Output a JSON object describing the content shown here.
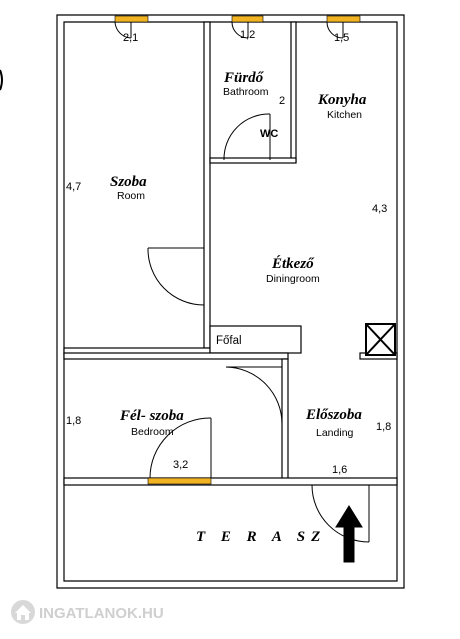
{
  "rooms": {
    "szoba": {
      "name": "Szoba",
      "sub": "Room",
      "width": "2,1",
      "length": "4,7"
    },
    "furdo": {
      "name": "Fürdő",
      "sub": "Bathroom",
      "width": "1,2",
      "length": "2",
      "wc": "WC"
    },
    "konyha": {
      "name": "Konyha",
      "sub": "Kitchen",
      "width": "1,5"
    },
    "etkezo": {
      "name": "Étkező",
      "sub": "Diningroom",
      "length": "4,3"
    },
    "fofal": {
      "label": "Főfal"
    },
    "felszoba": {
      "name": "Fél- szoba",
      "sub": "Bedroom",
      "length": "1,8",
      "width": "3,2"
    },
    "eloszoba": {
      "name": "Előszoba",
      "sub": "Landing",
      "length": "1,8",
      "width": "1,6"
    },
    "terasz": {
      "name": "T E R A SZ"
    }
  },
  "watermark": {
    "text": "INGATLANOK.HU"
  },
  "colors": {
    "wall": "#000000",
    "window": "#f2b323",
    "watermark": "#cfcfcf"
  }
}
